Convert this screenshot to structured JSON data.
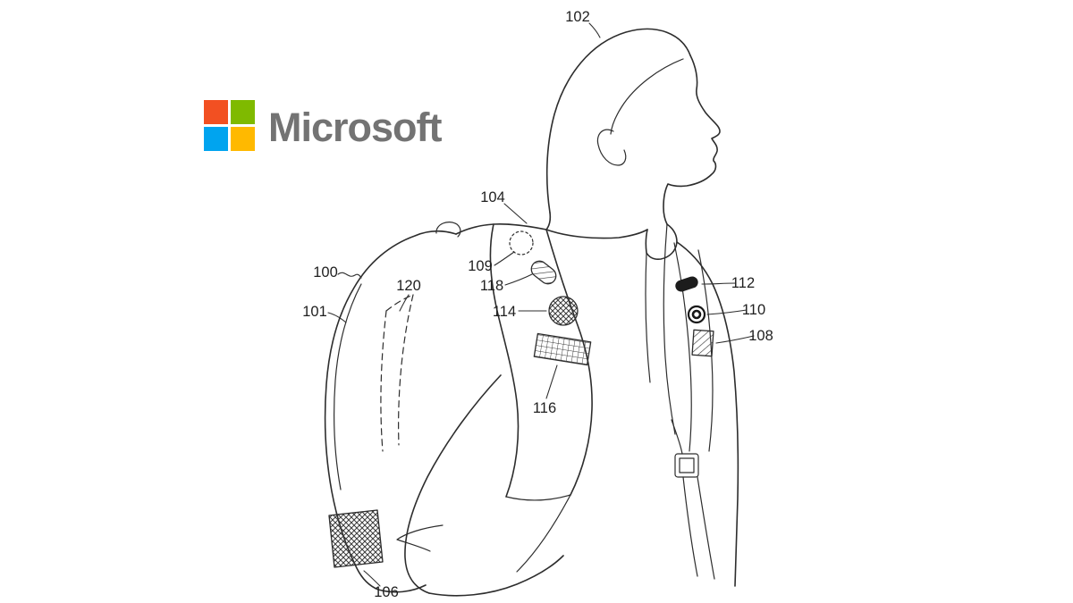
{
  "brand": {
    "wordmark": "Microsoft",
    "wordmark_color": "#737373",
    "squares": [
      {
        "name": "top-left",
        "color": "#F25022"
      },
      {
        "name": "top-right",
        "color": "#7FBA00"
      },
      {
        "name": "bottom-left",
        "color": "#00A4EF"
      },
      {
        "name": "bottom-right",
        "color": "#FFB900"
      }
    ]
  },
  "figure": {
    "line_color": "#2d2d2d",
    "labels": [
      {
        "text": "100"
      },
      {
        "text": "101"
      },
      {
        "text": "102"
      },
      {
        "text": "104"
      },
      {
        "text": "106"
      },
      {
        "text": "108"
      },
      {
        "text": "109"
      },
      {
        "text": "110"
      },
      {
        "text": "112"
      },
      {
        "text": "114"
      },
      {
        "text": "116"
      },
      {
        "text": "118"
      },
      {
        "text": "120"
      }
    ]
  }
}
